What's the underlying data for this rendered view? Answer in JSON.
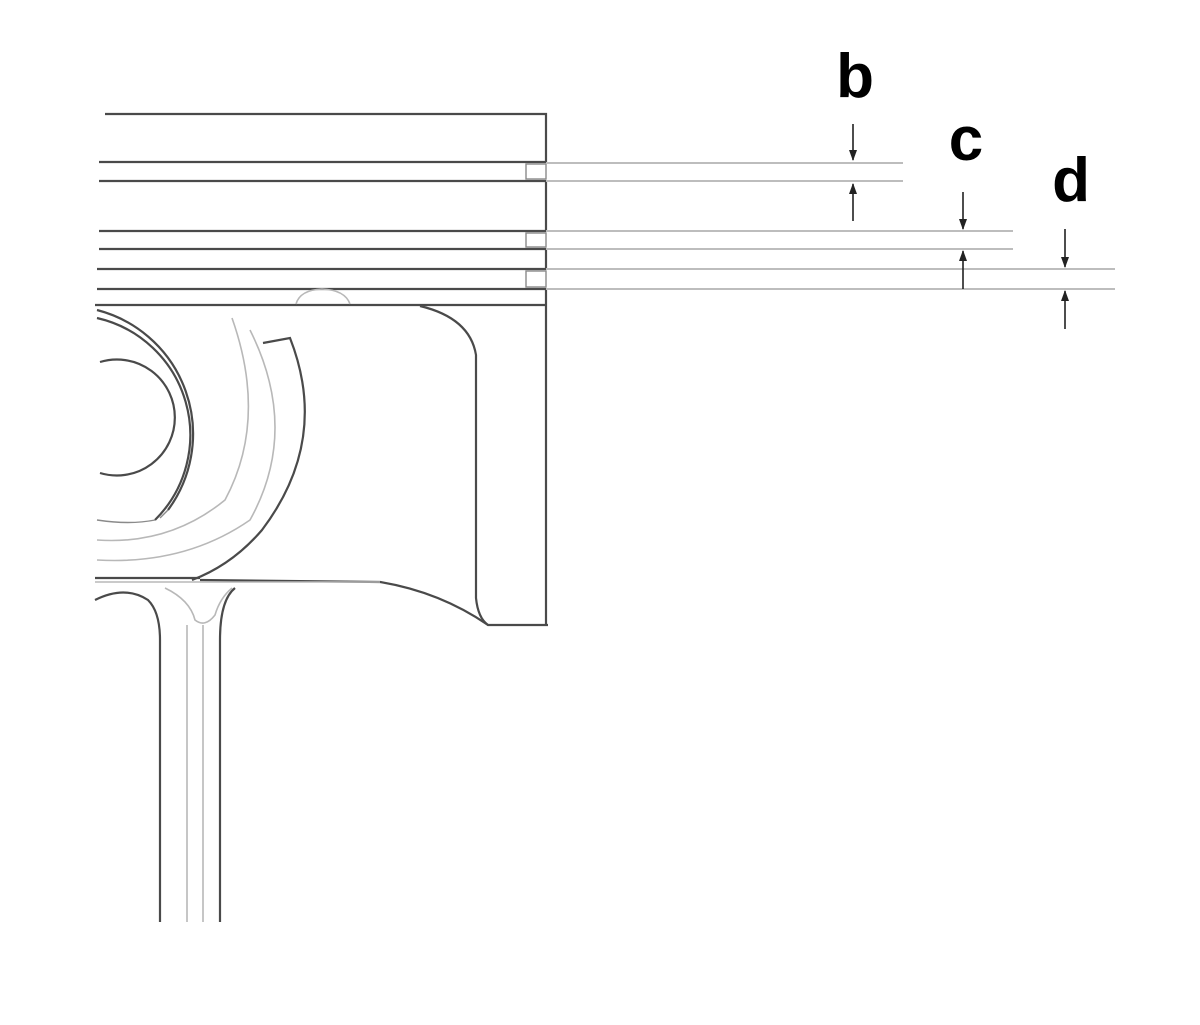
{
  "labels": {
    "b": "b",
    "c": "c",
    "d": "d"
  },
  "colors": {
    "outline": "#4a4a4a",
    "extension_line": "#bdbdbd",
    "dimension": "#222222",
    "label": "#000000"
  }
}
